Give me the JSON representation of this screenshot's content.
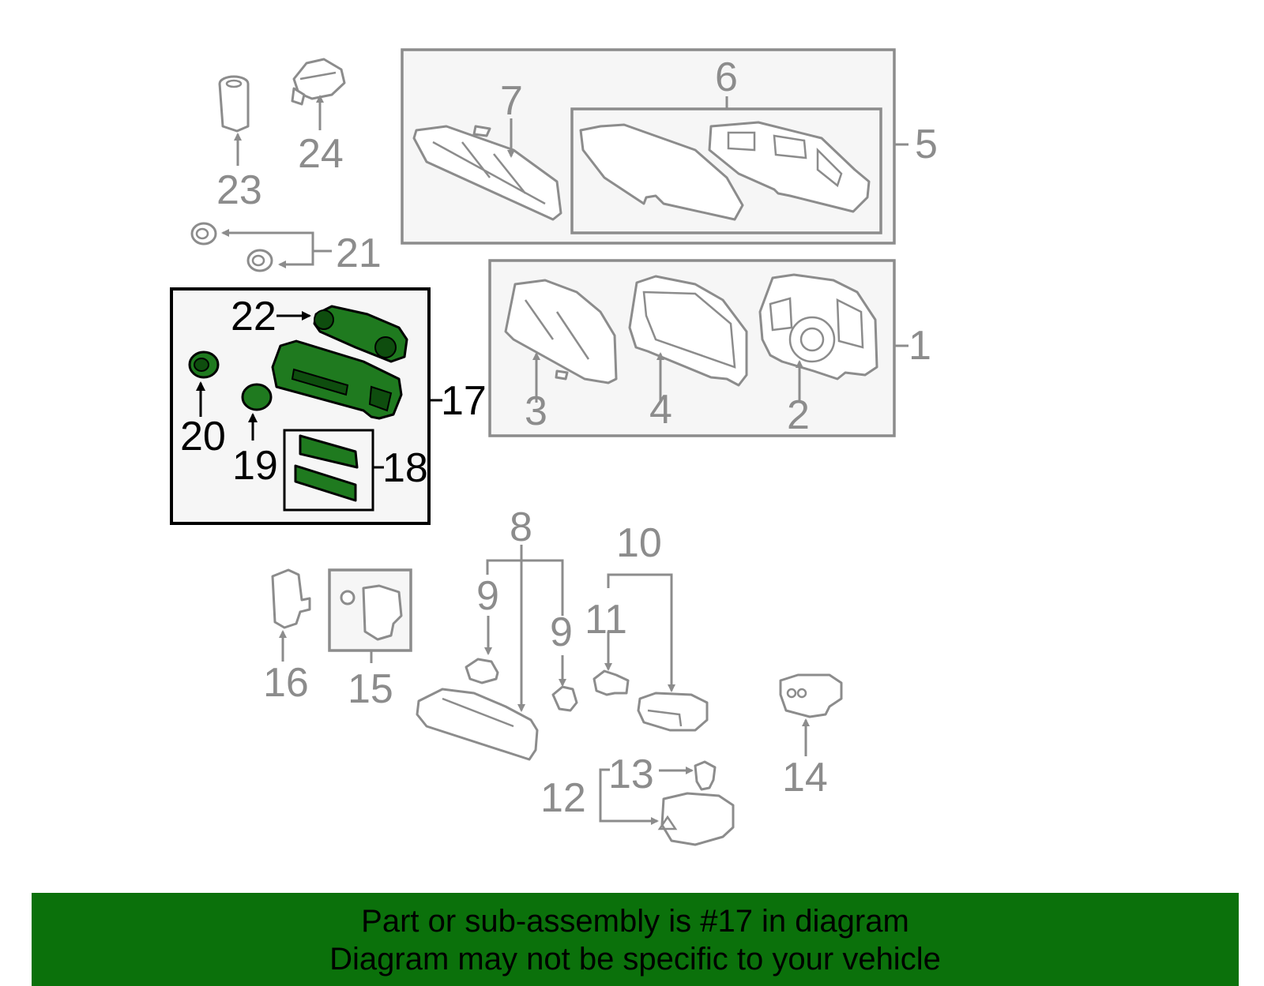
{
  "callouts": {
    "c1": "1",
    "c2": "2",
    "c3": "3",
    "c4": "4",
    "c5": "5",
    "c6": "6",
    "c7": "7",
    "c8": "8",
    "c9a": "9",
    "c9b": "9",
    "c10": "10",
    "c11": "11",
    "c12": "12",
    "c13": "13",
    "c14": "14",
    "c15": "15",
    "c16": "16",
    "c17": "17",
    "c18": "18",
    "c19": "19",
    "c20": "20",
    "c21": "21",
    "c22": "22",
    "c23": "23",
    "c24": "24"
  },
  "footer": {
    "line1": "Part or sub-assembly is #17 in diagram",
    "line2": "Diagram may not be specific to your vehicle"
  },
  "colors": {
    "highlight_green": "#1f7a1f",
    "banner_green": "#0b710b",
    "part_gray": "#8c8c8c"
  }
}
